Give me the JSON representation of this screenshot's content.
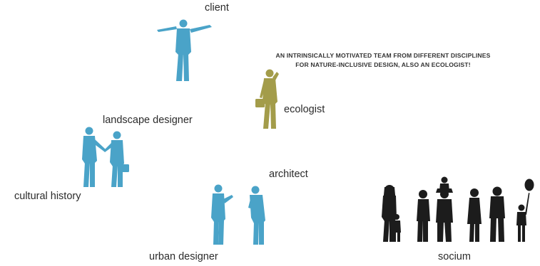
{
  "caption": {
    "line1": "AN INTRINSICALLY MOTIVATED TEAM FROM DIFFERENT DISCIPLINES",
    "line2": "FOR NATURE-INCLUSIVE DESIGN, ALSO AN ECOLOGIST!"
  },
  "roles": {
    "client": "client",
    "ecologist": "ecologist",
    "landscape_designer": "landscape designer",
    "cultural_history": "cultural history",
    "architect": "architect",
    "urban_designer": "urban designer",
    "socium": "socium"
  },
  "colors": {
    "team_blue": "#4aa3c8",
    "ecologist_olive": "#a39c4a",
    "socium_black": "#1c1c1c",
    "text": "#2b2b2b"
  },
  "icons": {
    "client": "person-arms-open-icon",
    "ecologist": "person-phone-briefcase-icon",
    "handshake": "handshake-people-icon",
    "conversation": "talking-people-icon",
    "socium": "crowd-family-icon"
  }
}
